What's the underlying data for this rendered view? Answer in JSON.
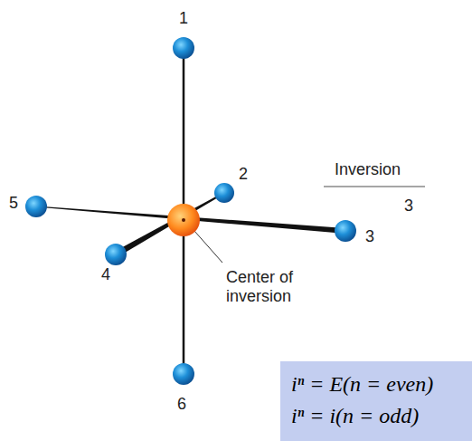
{
  "diagram": {
    "nodes": [
      {
        "text": [
          "iⁿ = E(n = even)",
          "iⁿ = i(n = odd)"
        ]
      }
    ],
    "labels": [
      "1",
      "2",
      "3",
      "4",
      "5",
      "6",
      "Center of inversion",
      "Inversion",
      "3"
    ]
  }
}
